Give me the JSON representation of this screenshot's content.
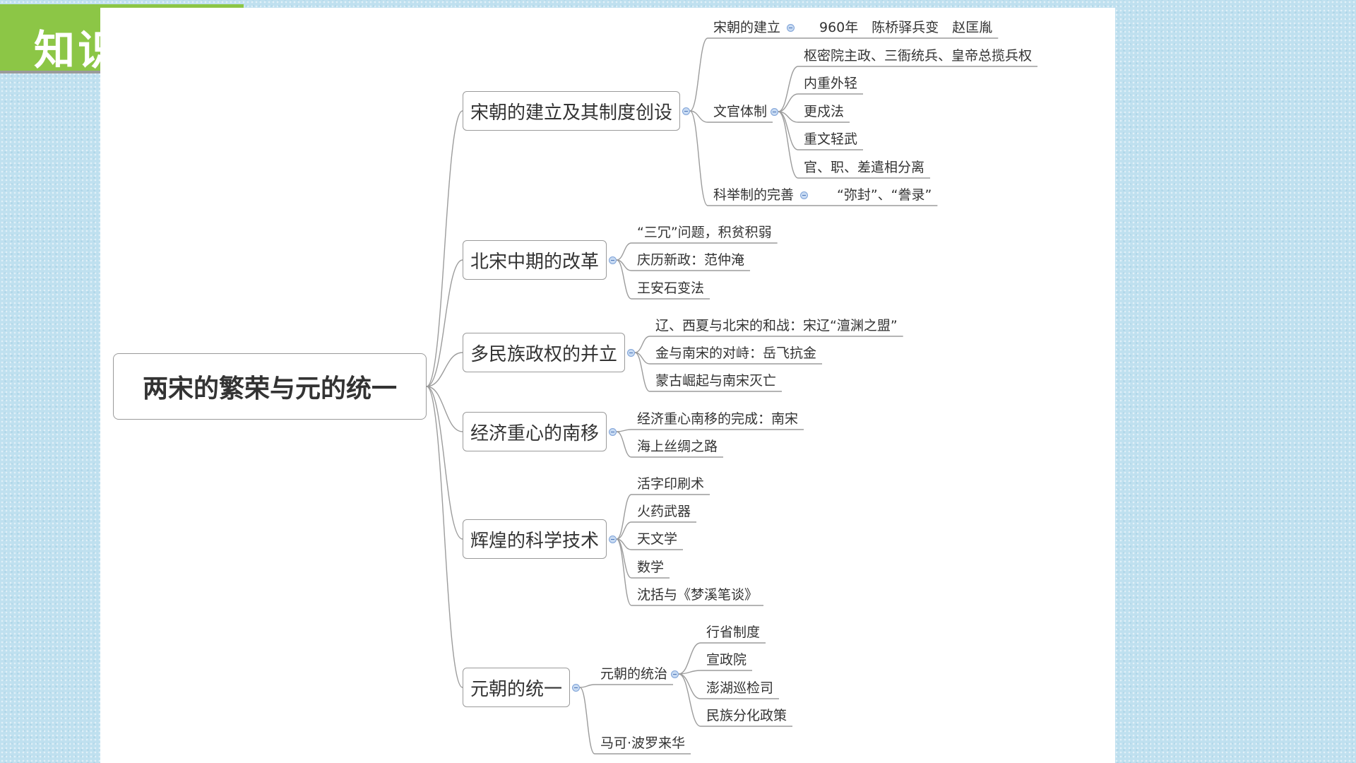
{
  "banner": {
    "title": "知识"
  },
  "mindmap": {
    "root": "两宋的繁荣与元的统一",
    "b1": {
      "label": "宋朝的建立及其制度创设",
      "n1": {
        "label": "宋朝的建立",
        "detail": "960年　陈桥驿兵变　赵匡胤"
      },
      "n2": {
        "label": "文官体制",
        "children": [
          "枢密院主政、三衙统兵、皇帝总揽兵权",
          "内重外轻",
          "更戍法",
          "重文轻武",
          "官、职、差遣相分离"
        ]
      },
      "n3": {
        "label": "科举制的完善",
        "detail": "“弥封”、“誊录”"
      }
    },
    "b2": {
      "label": "北宋中期的改革",
      "children": [
        "“三冗”问题，积贫积弱",
        "庆历新政：范仲淹",
        "王安石变法"
      ]
    },
    "b3": {
      "label": "多民族政权的并立",
      "children": [
        "辽、西夏与北宋的和战：宋辽“澶渊之盟”",
        "金与南宋的对峙：岳飞抗金",
        "蒙古崛起与南宋灭亡"
      ]
    },
    "b4": {
      "label": "经济重心的南移",
      "children": [
        "经济重心南移的完成：南宋",
        "海上丝绸之路"
      ]
    },
    "b5": {
      "label": "辉煌的科学技术",
      "children": [
        "活字印刷术",
        "火药武器",
        "天文学",
        "数学",
        "沈括与《梦溪笔谈》"
      ]
    },
    "b6": {
      "label": "元朝的统一",
      "n1": {
        "label": "元朝的统治",
        "children": [
          "行省制度",
          "宣政院",
          "澎湖巡检司",
          "民族分化政策"
        ]
      },
      "n2": {
        "label": "马可·波罗来华"
      }
    }
  }
}
